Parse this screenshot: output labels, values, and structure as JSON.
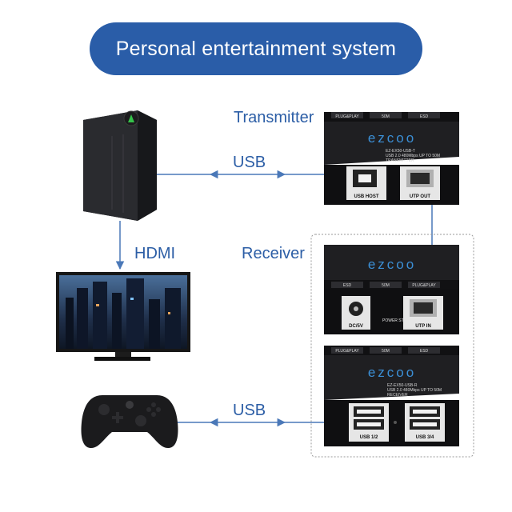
{
  "title": "Personal entertainment system",
  "labels": {
    "transmitter": "Transmitter",
    "receiver": "Receiver",
    "usb_top": "USB",
    "usb_bottom": "USB",
    "hdmi": "HDMI"
  },
  "transmitter": {
    "brand": "ezcoo",
    "model": "EZ-EX50-USB-T",
    "spec": "USB 2.0 480Mbps UP TO 50M",
    "type": "TRANSMITTER",
    "tabs": [
      "PLUG&PLAY",
      "50M",
      "ESD"
    ],
    "port_left": "USB HOST",
    "port_right": "UTP OUT"
  },
  "receiver_top": {
    "brand": "ezcoo",
    "tabs": [
      "ESD",
      "50M",
      "PLUG&PLAY"
    ],
    "power_label": "POWER STATUS",
    "port_left": "DC/5V",
    "port_right": "UTP IN"
  },
  "receiver_bottom": {
    "brand": "ezcoo",
    "model": "EZ-EX50-USB-R",
    "spec": "USB 2.0 480Mbps UP TO 50M",
    "type": "RECEIVER",
    "tabs": [
      "PLUG&PLAY",
      "50M",
      "ESD"
    ],
    "port_left": "USB 1/2",
    "port_right": "USB 3/4"
  },
  "colors": {
    "accent": "#2a5da8",
    "label": "#2c5ea6",
    "line": "#4a78b8",
    "device": "#1c1c1e",
    "brand_blue": "#3b8fd6"
  },
  "icons": [
    "pc-tower-icon",
    "monitor-icon",
    "gamepad-icon"
  ]
}
